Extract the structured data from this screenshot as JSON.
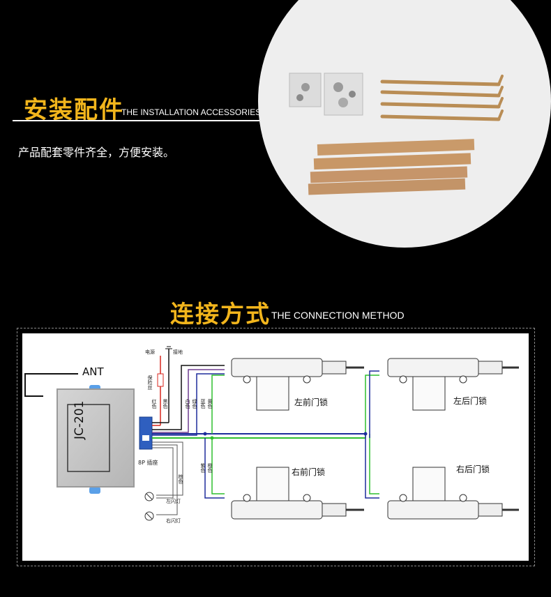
{
  "section1": {
    "title_cn": "安装配件",
    "title_en": "THE INSTALLATION ACCESSORIES",
    "description": "产品配套零件齐全，方便安装。"
  },
  "section2": {
    "title_cn": "连接方式",
    "title_en": "THE CONNECTION METHOD"
  },
  "diagram": {
    "antenna_label": "ANT",
    "controller_model": "JC-201",
    "connector_label": "8P 插座",
    "power_label": "电源",
    "ground_label": "接地",
    "fuse_label": "保险丝",
    "front_left_lock": "左前门锁",
    "rear_left_lock": "左后门锁",
    "front_right_lock": "右前门锁",
    "rear_right_lock": "右后门锁",
    "left_flash": "左闪灯",
    "right_flash": "右闪灯",
    "wire_labels": [
      "红色",
      "黑色",
      "白色",
      "绿色",
      "蓝色",
      "黄色",
      "紫色",
      "橙色",
      "棕色"
    ],
    "colors": {
      "red": "#d8261c",
      "black": "#111111",
      "green": "#2fbf2f",
      "blue": "#1d2c9c",
      "purple": "#6e3b8f"
    }
  }
}
